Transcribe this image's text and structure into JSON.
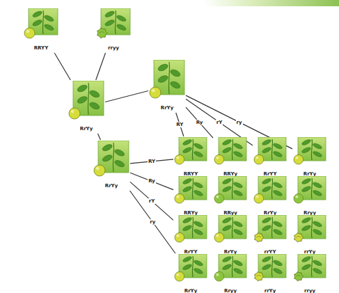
{
  "diagram": {
    "nodes": [
      {
        "text": [
          "RRYY"
        ]
      },
      {
        "text": [
          "rryy"
        ]
      },
      {
        "text": [
          "RrYy"
        ]
      },
      {
        "text": [
          "RrYy"
        ]
      },
      {
        "text": [
          "RrYy"
        ]
      },
      {
        "text": [
          "RRYY"
        ]
      },
      {
        "text": [
          "RRYy"
        ]
      },
      {
        "text": [
          "RrYY"
        ]
      },
      {
        "text": [
          "RrYy"
        ]
      },
      {
        "text": [
          "RRYy"
        ]
      },
      {
        "text": [
          "RRyy"
        ]
      },
      {
        "text": [
          "RrYy"
        ]
      },
      {
        "text": [
          "Rryy"
        ]
      },
      {
        "text": [
          "RrYY"
        ]
      },
      {
        "text": [
          "RrYy"
        ]
      },
      {
        "text": [
          "rrYY"
        ]
      },
      {
        "text": [
          "rrYy"
        ]
      },
      {
        "text": [
          "RrYy"
        ]
      },
      {
        "text": [
          "Rryy"
        ]
      },
      {
        "text": [
          "rrYy"
        ]
      },
      {
        "text": [
          "rryy"
        ]
      }
    ],
    "edges": [
      {
        "from": 0,
        "to": 3,
        "arrow": "none"
      },
      {
        "from": 1,
        "to": 3,
        "arrow": "none"
      },
      {
        "from": 3,
        "to": 2,
        "arrow": "none"
      },
      {
        "from": 3,
        "to": 4,
        "arrow": "none"
      },
      {
        "from": 2,
        "to": 5,
        "label": "RY",
        "arrow": "none"
      },
      {
        "from": 2,
        "to": 6,
        "label": "Ry",
        "arrow": "none"
      },
      {
        "from": 2,
        "to": 7,
        "label": "rY",
        "arrow": "none"
      },
      {
        "from": 2,
        "to": 8,
        "label": "ry",
        "arrow": "none"
      },
      {
        "from": 4,
        "to": 5,
        "label": "RY",
        "arrow": "none"
      },
      {
        "from": 4,
        "to": 9,
        "label": "Ry",
        "arrow": "none"
      },
      {
        "from": 4,
        "to": 13,
        "label": "rY",
        "arrow": "none"
      },
      {
        "from": 4,
        "to": 17,
        "label": "ry",
        "arrow": "none"
      }
    ]
  }
}
